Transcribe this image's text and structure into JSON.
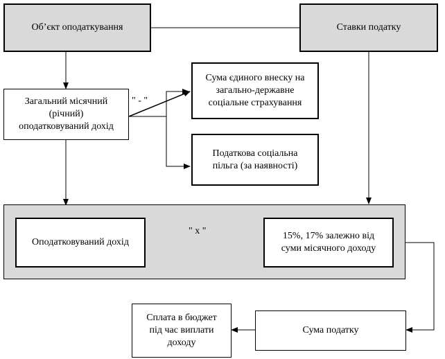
{
  "diagram": {
    "nodes": {
      "object": "Об’єкт оподаткування",
      "rates": "Ставки податку",
      "income": "Загальний місячний (річний) оподатковуваний дохід",
      "esv": "Сума єдиного внеску на загально-державне соціальне страхування",
      "benefit": "Податкова соціальна пільга (за наявності)",
      "taxable": "Оподатковуваний дохід",
      "rate_values": "15%, 17% залежно від суми місячного доходу",
      "tax_sum": "Сума податку",
      "payment": "Сплата в бюджет під час виплати доходу"
    },
    "operators": {
      "minus": "\" - \"",
      "multiply": "\" х \""
    }
  }
}
